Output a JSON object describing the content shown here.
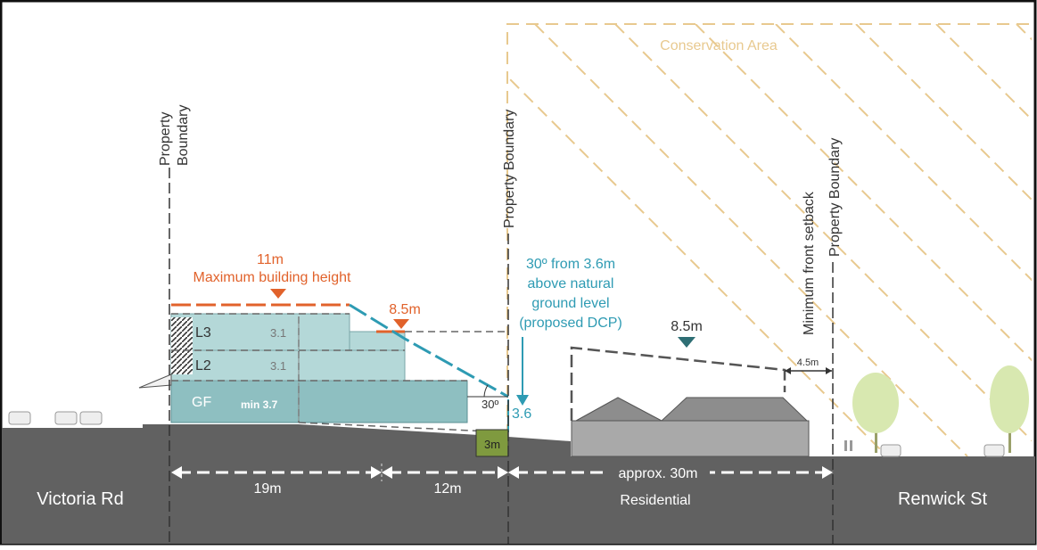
{
  "streets": {
    "left": "Victoria Rd",
    "right": "Renwick St"
  },
  "conservation_area": "Conservation Area",
  "property_boundary_left": [
    "Property",
    "Boundary"
  ],
  "property_boundary_mid": "Property Boundary",
  "property_boundary_right": "Property Boundary",
  "min_front_setback": "Minimum front setback",
  "max_height": {
    "value": "11m",
    "label": "Maximum building height"
  },
  "height_8_5_left": "8.5m",
  "height_8_5_right": "8.5m",
  "angle_note": [
    "30º from 3.6m",
    "above natural",
    "ground level",
    "(proposed DCP)"
  ],
  "angle_label": "30º",
  "height_3_6": "3.6",
  "levels": {
    "l3": "L3",
    "l2": "L2",
    "gf": "GF",
    "l3_height": "3.1",
    "l2_height": "3.1",
    "gf_height": "min 3.7"
  },
  "setback_3m": "3m",
  "setback_4_5m": "4.5m",
  "dims": {
    "d19": "19m",
    "d12": "12m",
    "approx30": "approx. 30m"
  },
  "residential": "Residential",
  "colors": {
    "orange": "#e1622b",
    "teal": "#2e9bb3",
    "ground": "#616161",
    "building_light": "#b4d8d8",
    "building_dark": "#8ebfc1",
    "green_block": "#7f9a3f",
    "hatch": "#e8c98f"
  }
}
